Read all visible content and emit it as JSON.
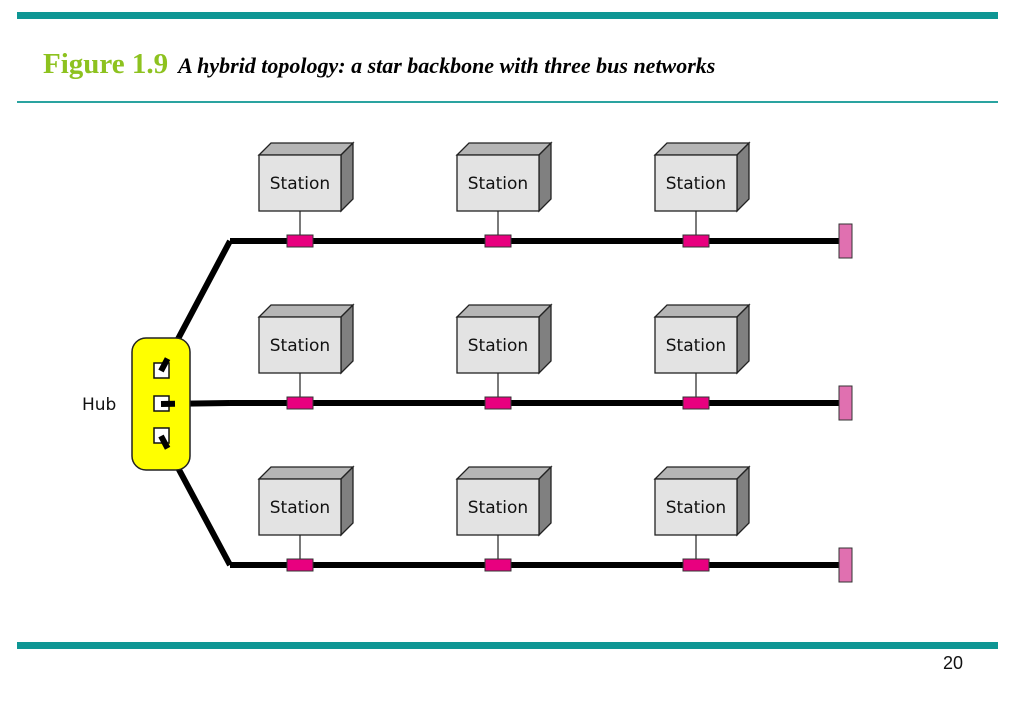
{
  "slide": {
    "figure_number": "Figure 1.9",
    "caption": "A hybrid topology: a star backbone with three bus networks",
    "page_number": "20"
  },
  "colors": {
    "rule": "#0e9694",
    "figure_number": "#8dc21f",
    "hub_fill": "#ffff00",
    "tap": "#e8007f",
    "terminator": "#e070b0",
    "station_front": "#e3e3e3",
    "station_top": "#b5b5b5",
    "station_side": "#808080"
  },
  "diagram": {
    "hub": {
      "label": "Hub",
      "ports": 3
    },
    "buses": [
      {
        "name": "top-bus",
        "stations": [
          {
            "label": "Station"
          },
          {
            "label": "Station"
          },
          {
            "label": "Station"
          }
        ]
      },
      {
        "name": "middle-bus",
        "stations": [
          {
            "label": "Station"
          },
          {
            "label": "Station"
          },
          {
            "label": "Station"
          }
        ]
      },
      {
        "name": "bottom-bus",
        "stations": [
          {
            "label": "Station"
          },
          {
            "label": "Station"
          },
          {
            "label": "Station"
          }
        ]
      }
    ]
  }
}
